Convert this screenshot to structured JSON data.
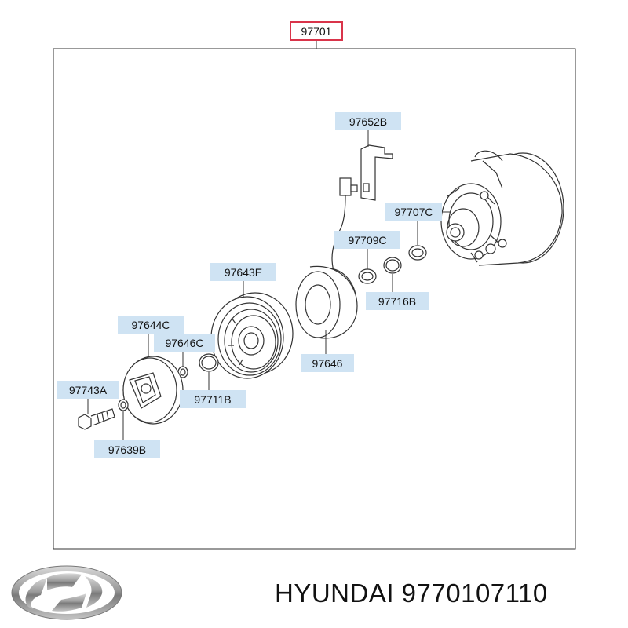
{
  "assembly": {
    "part_no": "97701",
    "highlight_color": "#d9344a"
  },
  "labels": [
    {
      "id": "97652B",
      "text": "97652B"
    },
    {
      "id": "97707C",
      "text": "97707C"
    },
    {
      "id": "97709C",
      "text": "97709C"
    },
    {
      "id": "97643E",
      "text": "97643E"
    },
    {
      "id": "97716B",
      "text": "97716B"
    },
    {
      "id": "97644C",
      "text": "97644C"
    },
    {
      "id": "97646C",
      "text": "97646C"
    },
    {
      "id": "97646",
      "text": "97646"
    },
    {
      "id": "97743A",
      "text": "97743A"
    },
    {
      "id": "97711B",
      "text": "97711B"
    },
    {
      "id": "97639B",
      "text": "97639B"
    }
  ],
  "label_bg_color": "#cfe3f3",
  "brand": {
    "logo_icon": "hyundai-logo-icon"
  },
  "caption": {
    "text": "HYUNDAI 9770107110"
  }
}
